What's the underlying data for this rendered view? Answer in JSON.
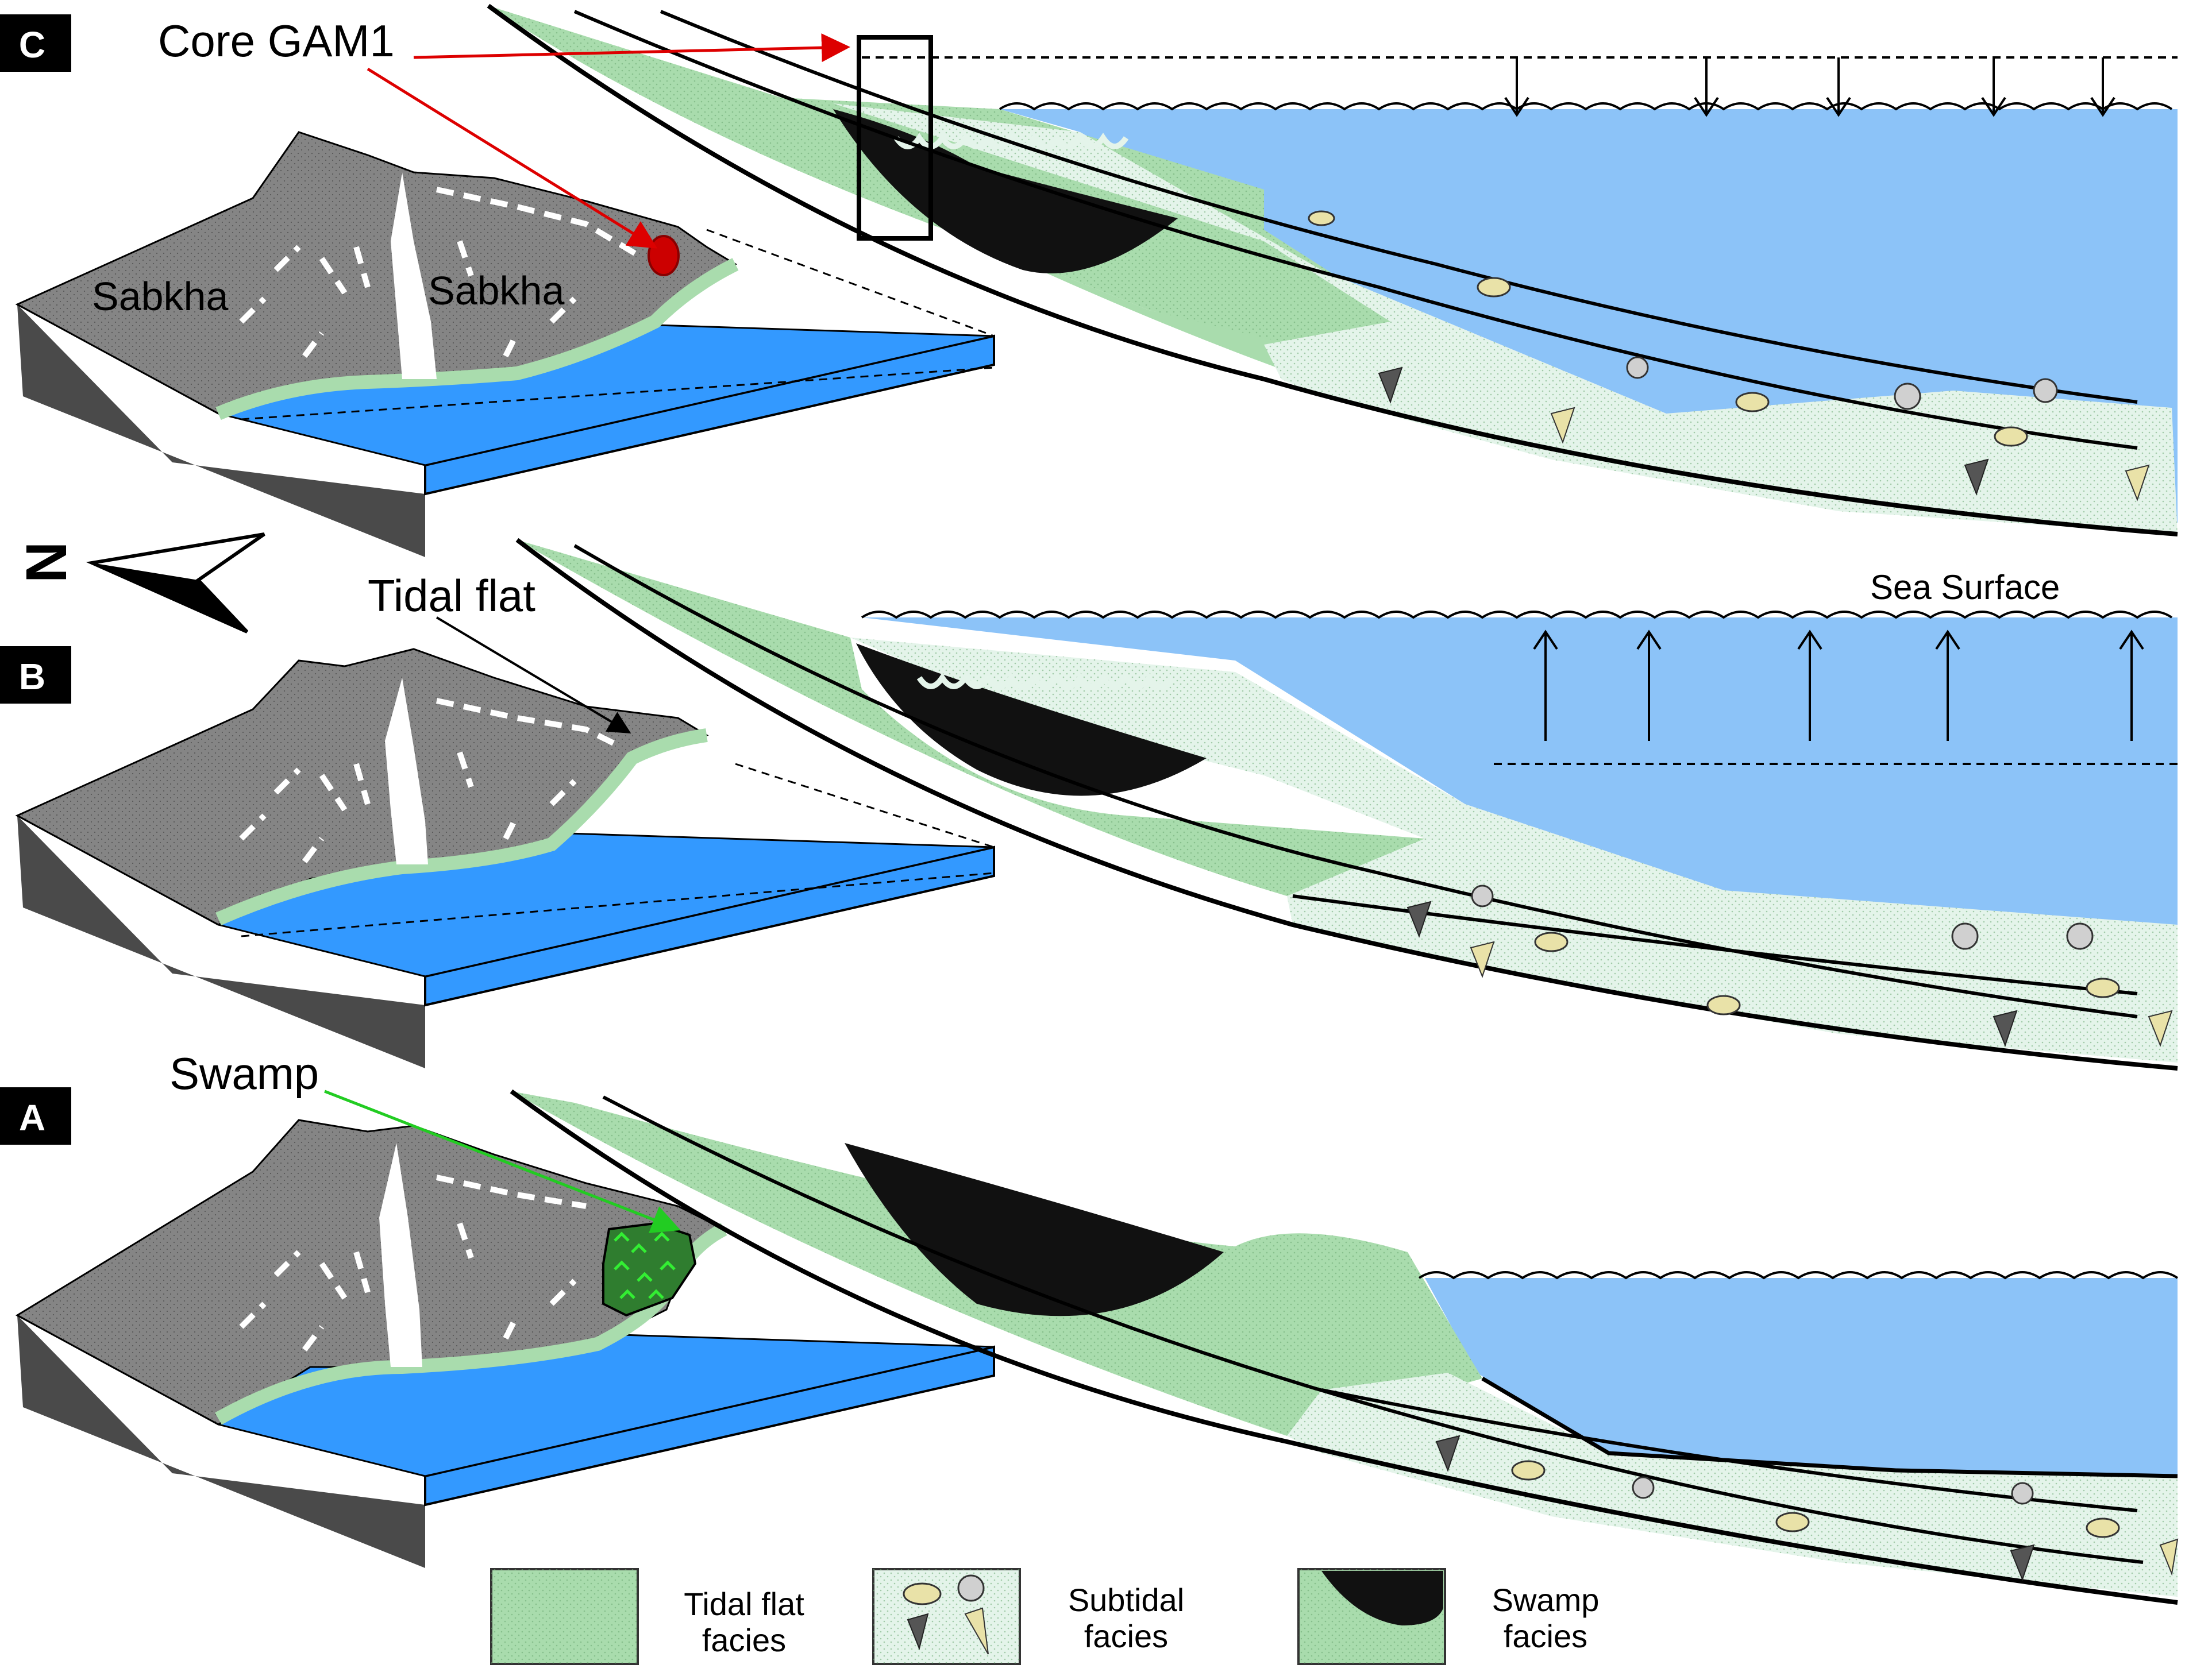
{
  "panels": [
    {
      "letter": "C"
    },
    {
      "letter": "B"
    },
    {
      "letter": "A"
    }
  ],
  "labels": {
    "core": "Core GAM1",
    "sabkha_left": "Sabkha",
    "sabkha_right": "Sabkha",
    "tidal_flat": "Tidal flat",
    "swamp": "Swamp",
    "sea_surface": "Sea Surface",
    "north": "N"
  },
  "legend": [
    {
      "line1": "Tidal flat",
      "line2": "facies"
    },
    {
      "line1": "Subtidal",
      "line2": "facies"
    },
    {
      "line1": "Swamp",
      "line2": "facies"
    }
  ],
  "colors": {
    "tidal_flat": "#a9dcad",
    "subtidal": "#e4f4ea",
    "swamp": "#111111",
    "sea_section": "#8cc3f8",
    "sea_block": "#3399ff",
    "land": "#858585",
    "cliff": "#4a4a4a",
    "core_arrow": "#dd0000",
    "swamp_arrow": "#22cc22"
  }
}
